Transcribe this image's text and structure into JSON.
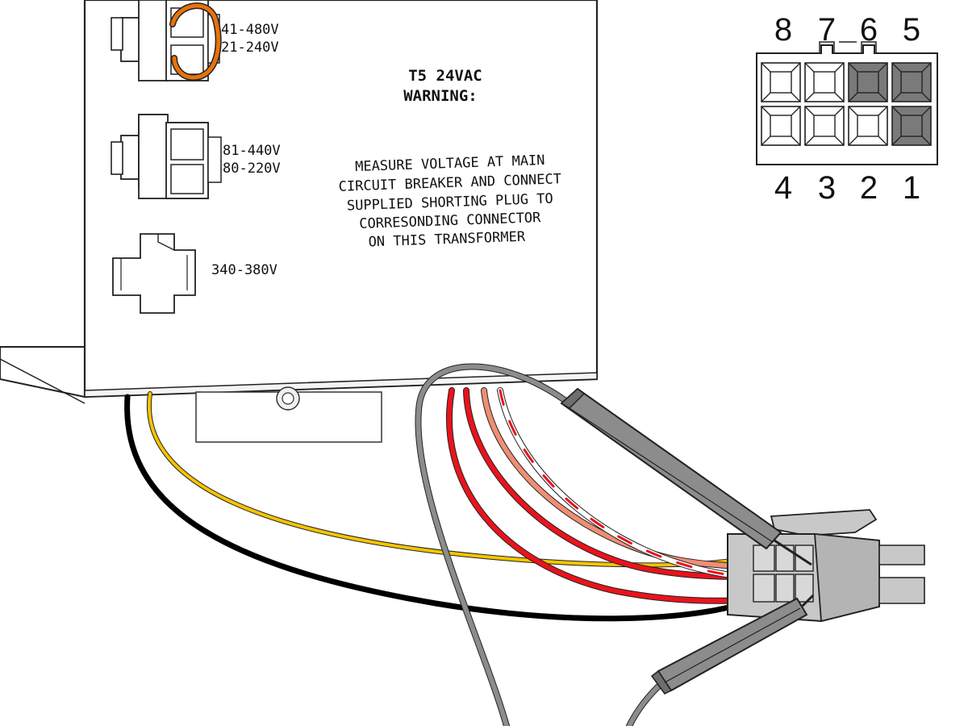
{
  "transformer": {
    "header_line1": "T5 24VAC",
    "header_line2": "WARNING:",
    "warning_lines": [
      "MEASURE VOLTAGE AT MAIN",
      "CIRCUIT BREAKER AND CONNECT",
      "SUPPLIED SHORTING PLUG TO",
      "CORRESONDING CONNECTOR",
      "ON THIS TRANSFORMER"
    ],
    "tap_labels": [
      {
        "line1": "41-480V",
        "line2": "21-240V"
      },
      {
        "line1": "81-440V",
        "line2": "80-220V"
      },
      {
        "line1": "340-380V",
        "line2": ""
      }
    ]
  },
  "pinout": {
    "top_row_labels": [
      "8",
      "7",
      "6",
      "5"
    ],
    "bottom_row_labels": [
      "4",
      "3",
      "2",
      "1"
    ],
    "top_row_filled": [
      false,
      false,
      true,
      true
    ],
    "bottom_row_filled": [
      false,
      false,
      false,
      true
    ]
  },
  "colors": {
    "wire_yellow": "#f5c400",
    "wire_black": "#000000",
    "wire_red": "#e8141c",
    "wire_salmon": "#ef8e74",
    "wire_orange": "#e8720c",
    "probe_gray": "#8c8c8c",
    "connector_gray": "#c8c8c8",
    "pin_filled": "#7a7a7a"
  }
}
